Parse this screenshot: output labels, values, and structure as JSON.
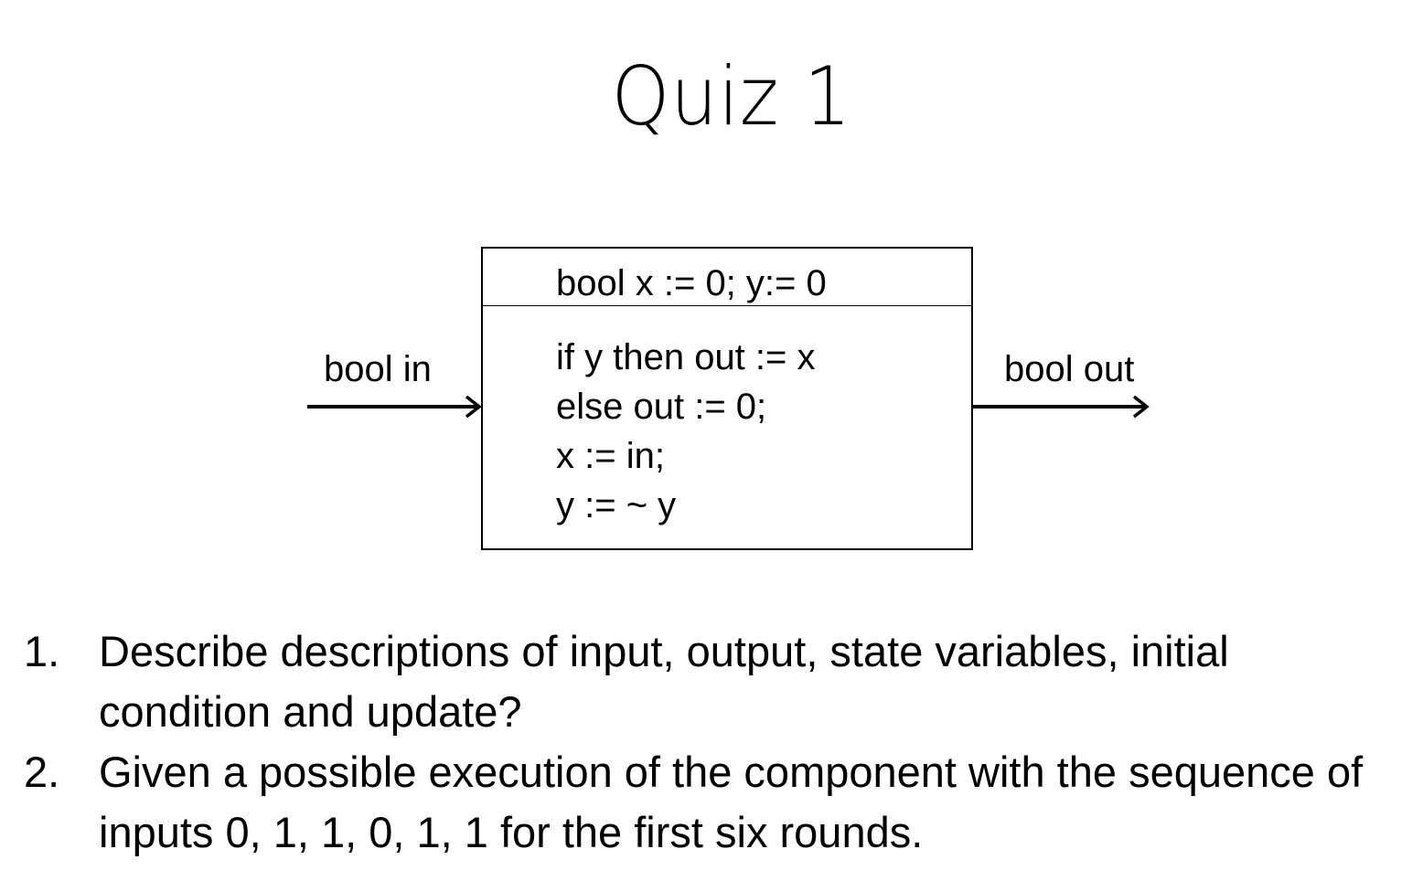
{
  "slide": {
    "title": "Quiz 1"
  },
  "component": {
    "state_declaration": "bool x := 0; y:= 0",
    "update_lines": [
      "if y then out := x",
      "else out := 0;",
      "x := in;",
      "y := ~ y"
    ],
    "input_label": "bool in",
    "output_label": "bool out"
  },
  "questions": [
    {
      "number": "1.",
      "text": "Describe descriptions of input, output, state variables, initial condition and update?"
    },
    {
      "number": "2.",
      "text": "Given a possible execution of the component with the sequence of inputs 0, 1, 1, 0, 1, 1 for the first six rounds."
    }
  ]
}
